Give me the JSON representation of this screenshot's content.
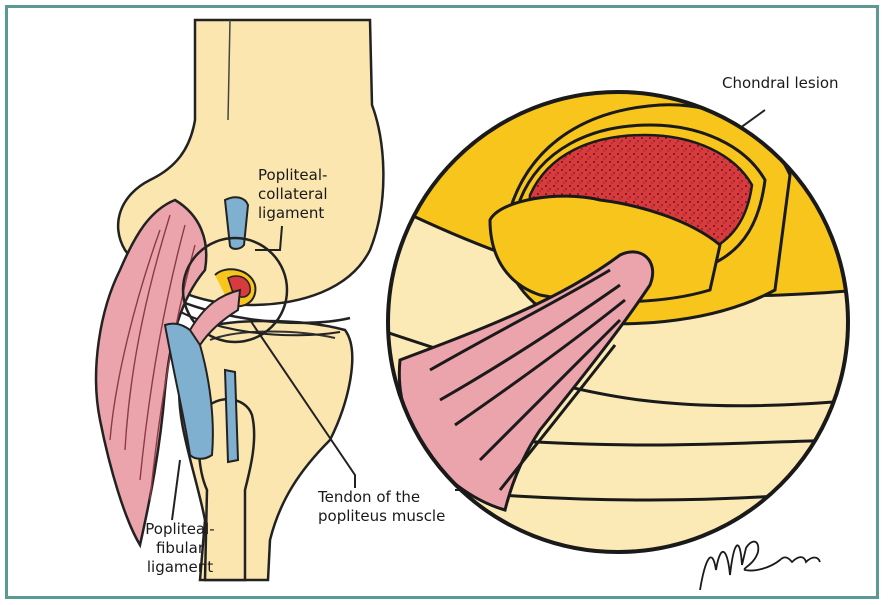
{
  "labels": {
    "popliteal_collateral": [
      "Popliteal-",
      "collateral",
      "ligament"
    ],
    "chondral_lesion": "Chondral lesion",
    "tendon": [
      "Tendon of the",
      "popliteus muscle"
    ],
    "popliteal_fibular": [
      "Popliteal-",
      "fibular",
      "ligament"
    ]
  },
  "signature": "M. L. Rosas",
  "colors": {
    "frame": "#5a9a93",
    "bone_light": "#fbe9b6",
    "bone_yellow": "#f7c51c",
    "muscle_pink": "#eba4ac",
    "ligament_blue": "#7fb0d0",
    "lesion_red": "#d83a3e"
  }
}
